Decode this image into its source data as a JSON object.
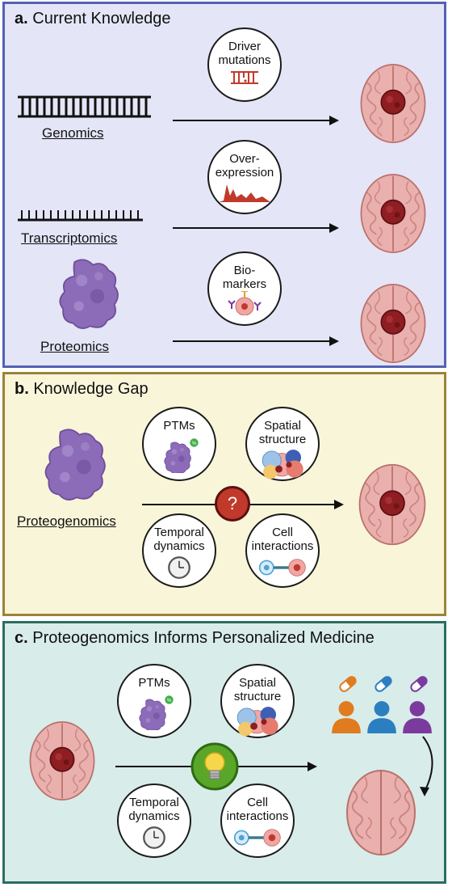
{
  "panel_a": {
    "letter": "a.",
    "title": "Current Knowledge",
    "rows": [
      {
        "label": "Genomics",
        "circle_line1": "Driver",
        "circle_line2": "mutations"
      },
      {
        "label": "Transcriptomics",
        "circle_line1": "Over-",
        "circle_line2": "expression"
      },
      {
        "label": "Proteomics",
        "circle_line1": "Bio-",
        "circle_line2": "markers"
      }
    ]
  },
  "panel_b": {
    "letter": "b.",
    "title": "Knowledge Gap",
    "source_label": "Proteogenomics",
    "center_symbol": "?",
    "circles": [
      {
        "line1": "PTMs",
        "line2": ""
      },
      {
        "line1": "Spatial",
        "line2": "structure"
      },
      {
        "line1": "Temporal",
        "line2": "dynamics"
      },
      {
        "line1": "Cell",
        "line2": "interactions"
      }
    ]
  },
  "panel_c": {
    "letter": "c.",
    "title": "Proteogenomics Informs Personalized Medicine",
    "circles": [
      {
        "line1": "PTMs",
        "line2": ""
      },
      {
        "line1": "Spatial",
        "line2": "structure"
      },
      {
        "line1": "Temporal",
        "line2": "dynamics"
      },
      {
        "line1": "Cell",
        "line2": "interactions"
      }
    ],
    "patient_colors": [
      "#e07b1f",
      "#2b7fc0",
      "#7b3a9e"
    ]
  },
  "colors": {
    "panel_a_border": "#5461b4",
    "panel_b_border": "#9a8438",
    "panel_c_border": "#2b6e62",
    "question_node": "#c0392b",
    "bulb_node": "#5aa628",
    "protein": "#8c6bb8",
    "tumor": "#8e1e22"
  }
}
